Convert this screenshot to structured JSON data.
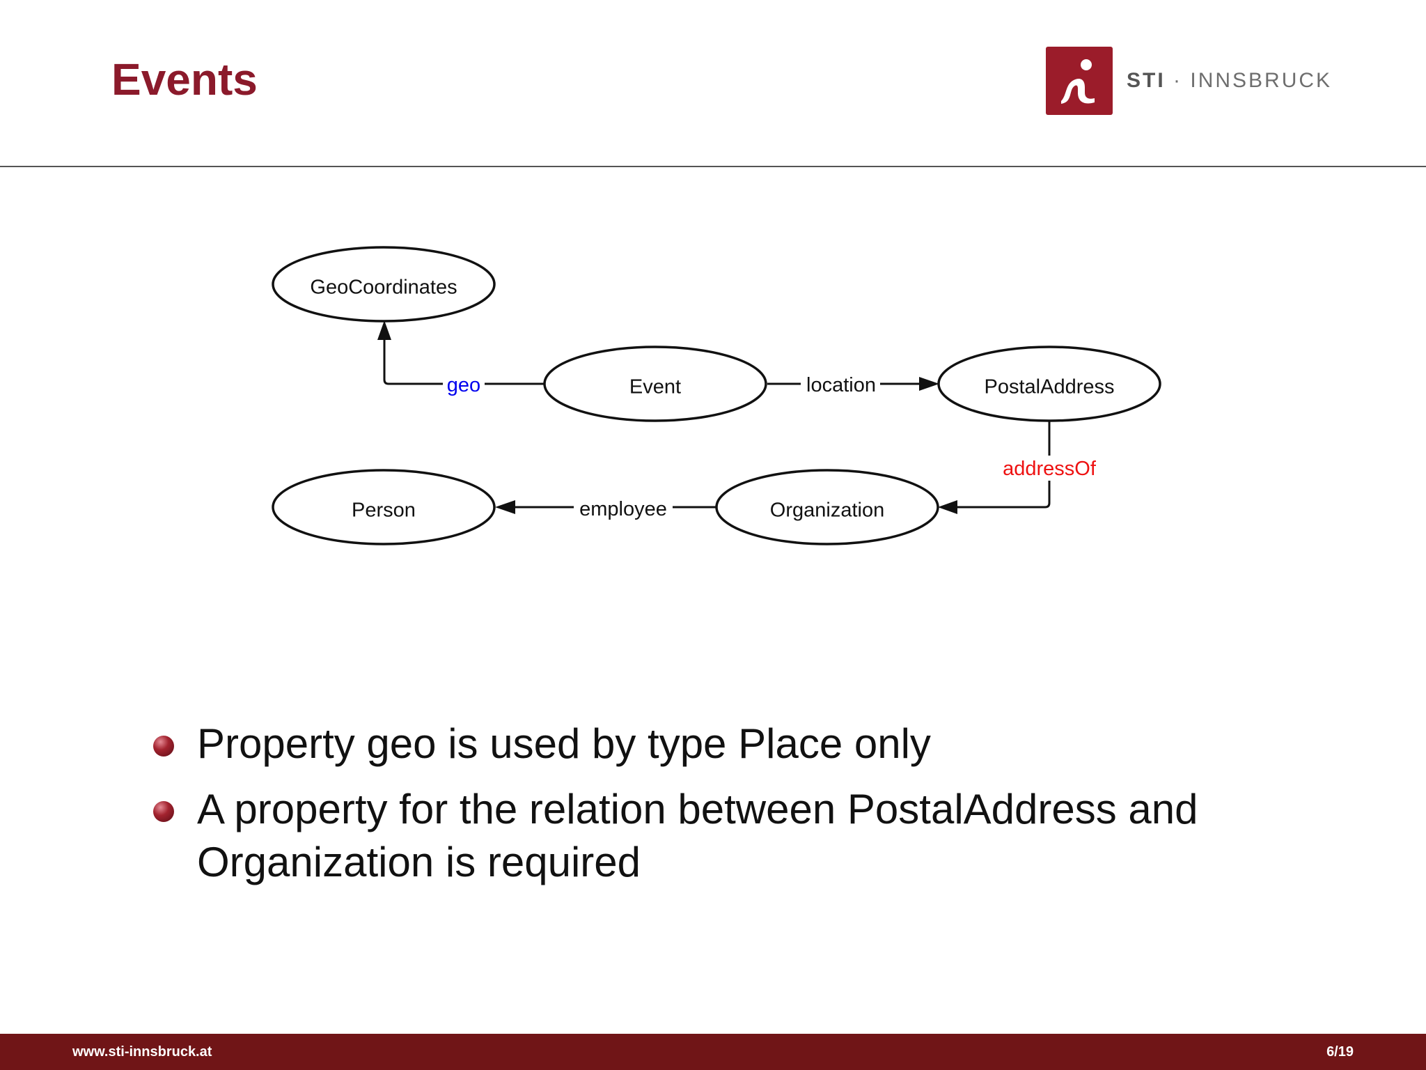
{
  "slide": {
    "title": "Events"
  },
  "logo": {
    "brand": "STI",
    "separator": "·",
    "name": "INNSBRUCK",
    "color": "#9b1c2a"
  },
  "diagram": {
    "nodes": [
      {
        "id": "geocoordinates",
        "label": "GeoCoordinates"
      },
      {
        "id": "event",
        "label": "Event"
      },
      {
        "id": "postaladdress",
        "label": "PostalAddress"
      },
      {
        "id": "person",
        "label": "Person"
      },
      {
        "id": "organization",
        "label": "Organization"
      }
    ],
    "edges": [
      {
        "id": "geo",
        "label": "geo",
        "from": "event",
        "to": "geocoordinates",
        "color": "#0000ee"
      },
      {
        "id": "location",
        "label": "location",
        "from": "event",
        "to": "postaladdress",
        "color": "#111111"
      },
      {
        "id": "addressof",
        "label": "addressOf",
        "from": "postaladdress",
        "to": "organization",
        "color": "#ee1111"
      },
      {
        "id": "employee",
        "label": "employee",
        "from": "organization",
        "to": "person",
        "color": "#111111"
      }
    ]
  },
  "bullets": [
    {
      "text": "Property geo is used by type Place only"
    },
    {
      "text": "A property for the relation between PostalAddress and Organization is required"
    }
  ],
  "footer": {
    "url": "www.sti-innsbruck.at",
    "page": "6/19"
  }
}
